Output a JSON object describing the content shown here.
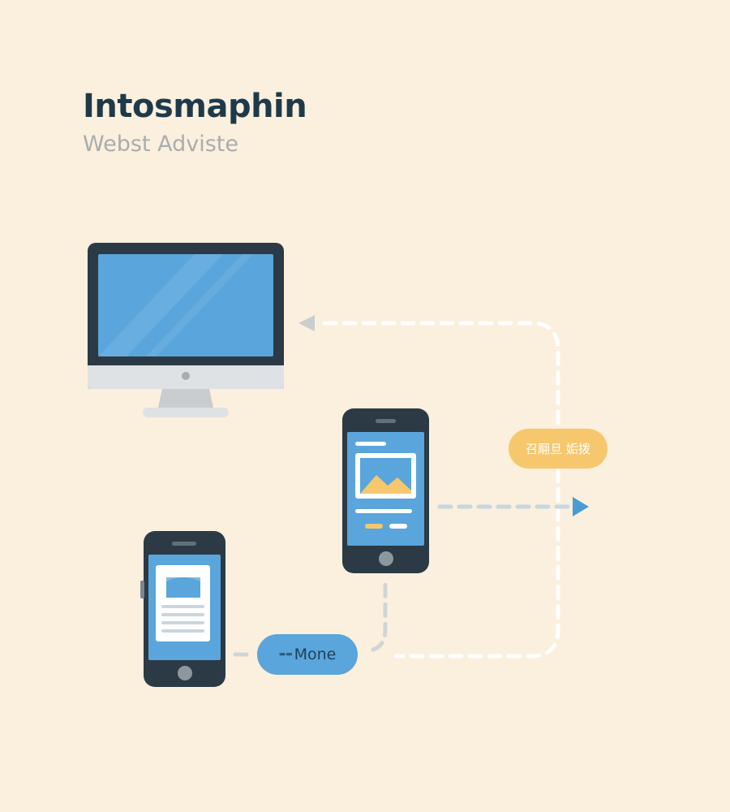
{
  "header": {
    "title": "Intosmaphin",
    "subtitle": "Webst Adviste"
  },
  "labels": {
    "yellow_pill": "召翢旦 姤拨",
    "blue_pill_mark": "▬▬",
    "blue_pill": "Mone"
  },
  "colors": {
    "background": "#fbefde",
    "title": "#1e3a4a",
    "device_frame": "#2b3a45",
    "screen_blue": "#5aa5db",
    "accent_yellow": "#f6c76d",
    "dashed_line": "#ffffff",
    "arrow_blue": "#4b9bd6"
  },
  "icons": [
    "desktop-monitor-icon",
    "tablet-phone-icon",
    "smartphone-icon",
    "image-icon",
    "document-icon"
  ]
}
